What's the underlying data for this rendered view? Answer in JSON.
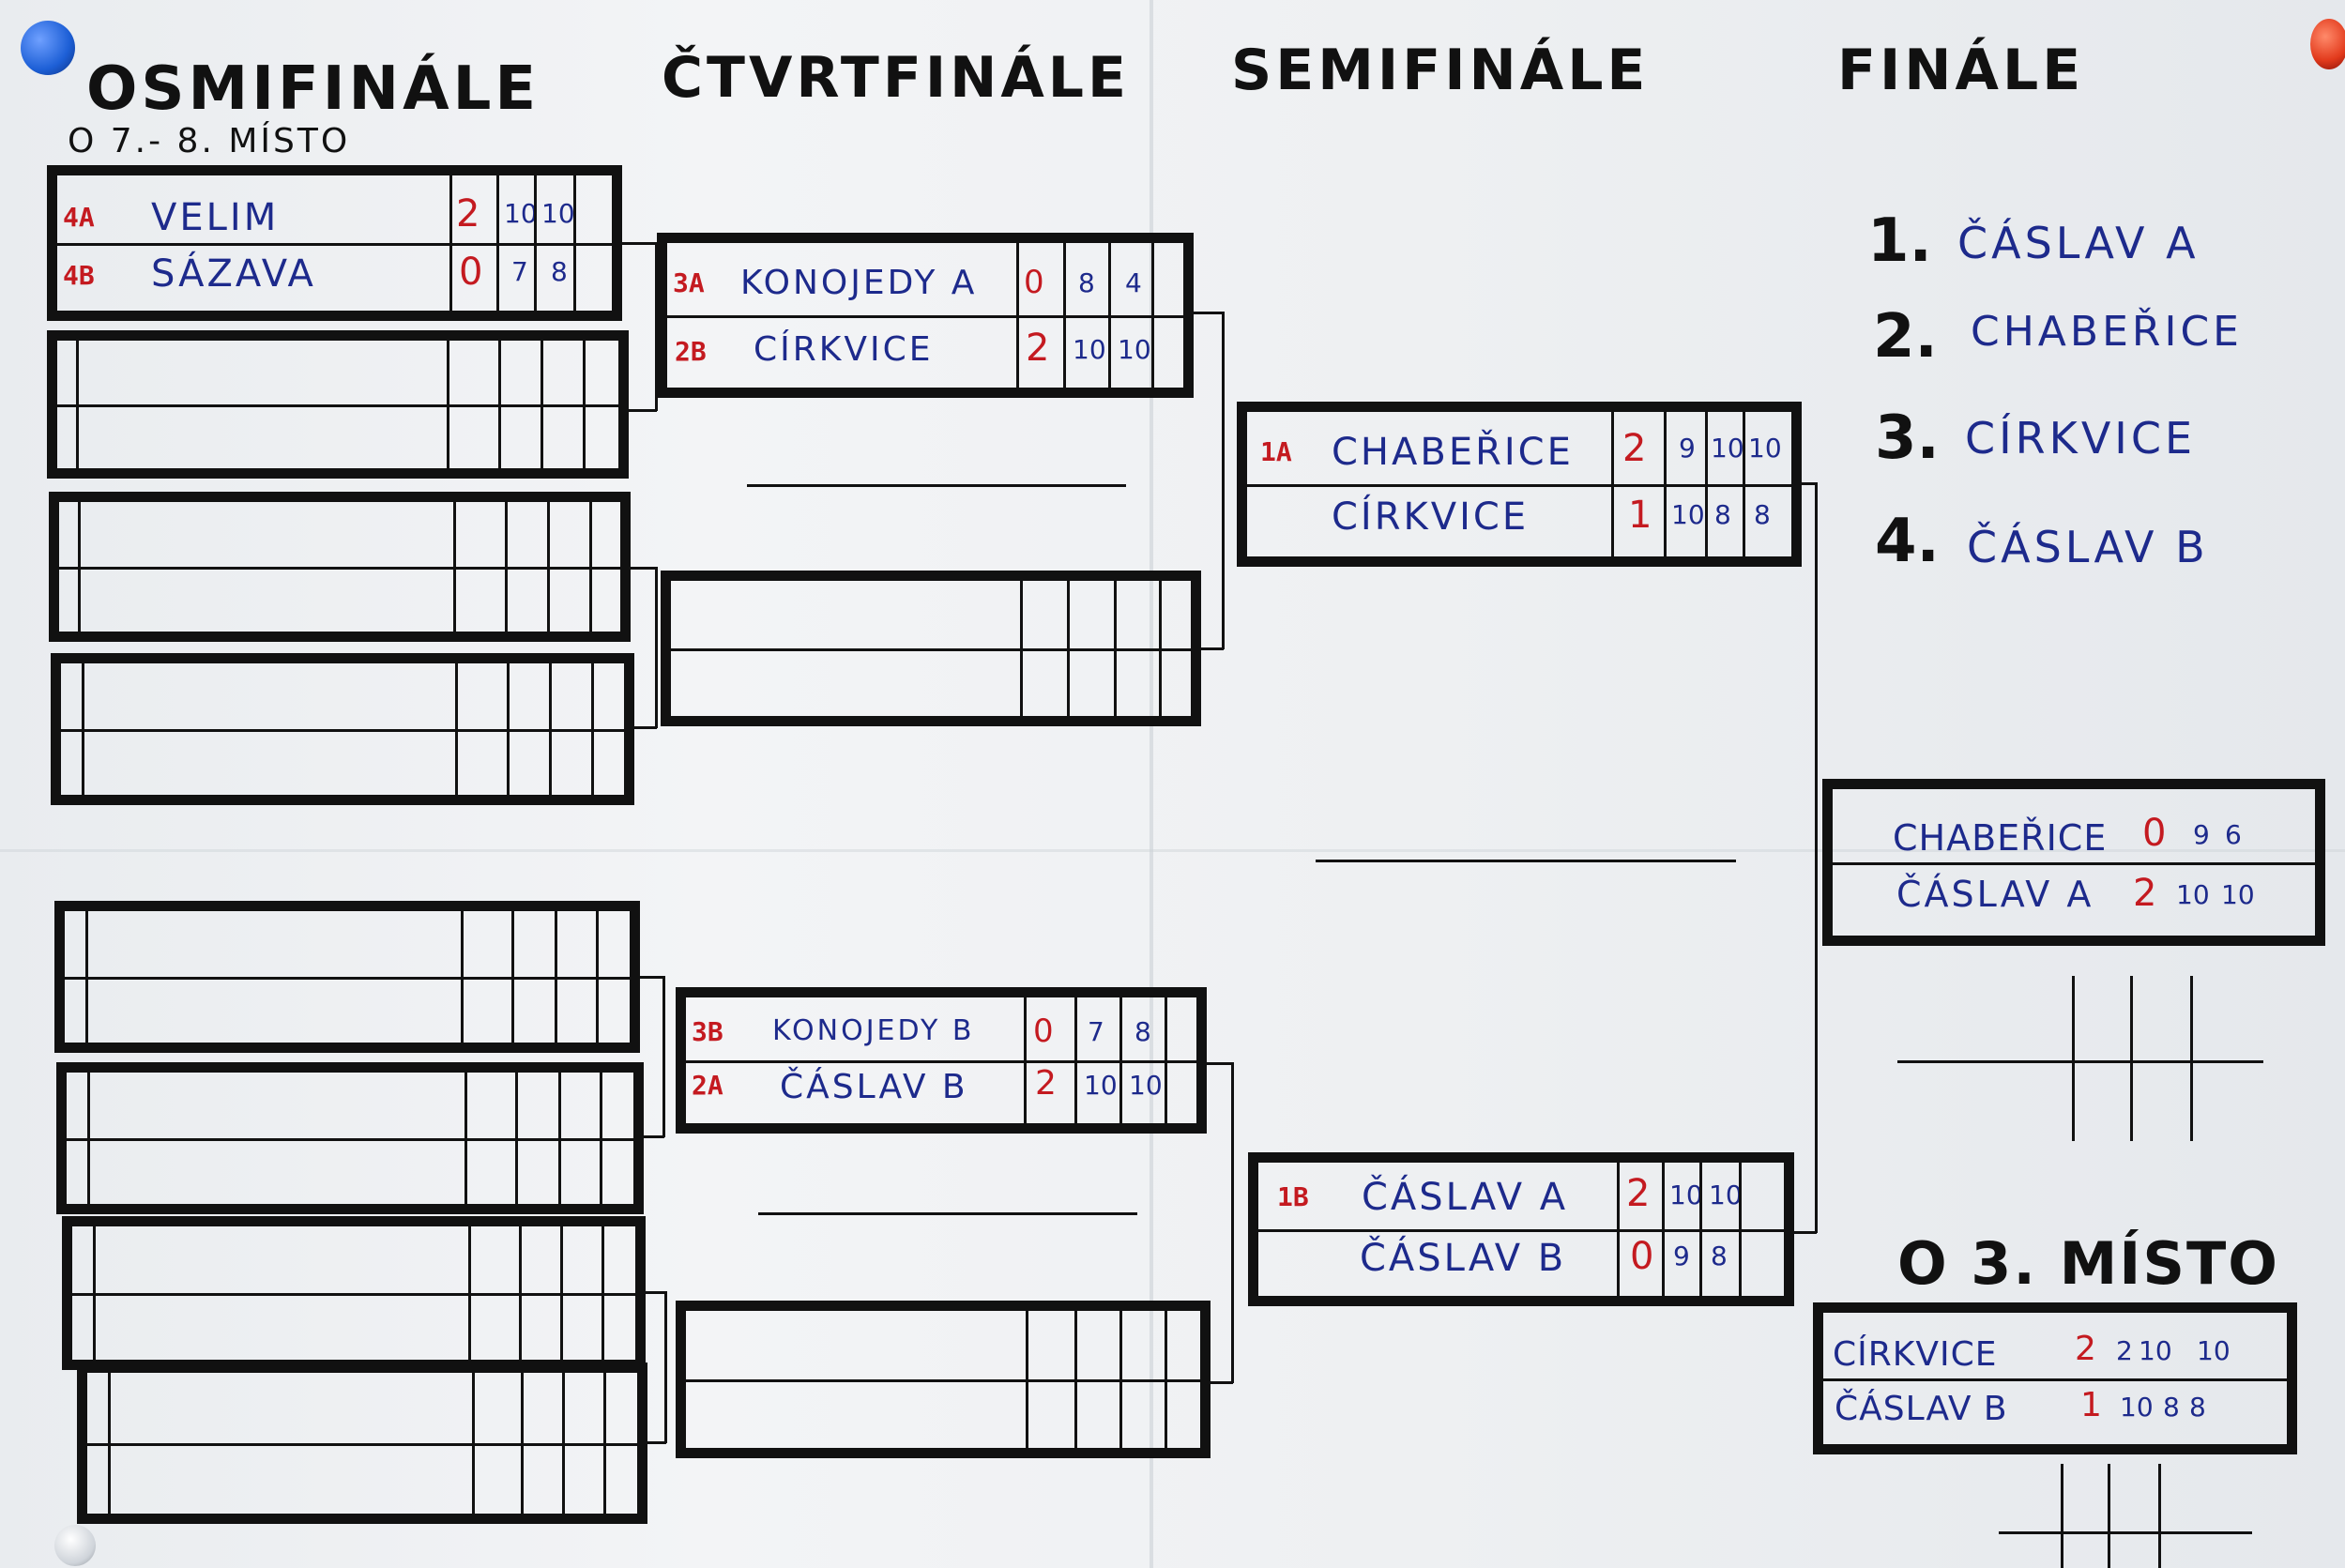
{
  "headings": {
    "r16": "OSMIFINÁLE",
    "qf": "ČTVRTFINÁLE",
    "sf": "SEMIFINÁLE",
    "final": "FINÁLE",
    "r16_note": "O 7.- 8. MÍSTO",
    "third": "O 3. MÍSTO"
  },
  "r16_match": {
    "top": {
      "seed": "4A",
      "team": "VELIM",
      "win": "2",
      "s1": "10",
      "s2": "10"
    },
    "bot": {
      "seed": "4B",
      "team": "SÁZAVA",
      "win": "0",
      "s1": "7",
      "s2": "8"
    }
  },
  "qf1": {
    "top": {
      "seed": "3A",
      "team": "KONOJEDY A",
      "win": "0",
      "s1": "8",
      "s2": "4"
    },
    "bot": {
      "seed": "2B",
      "team": "CÍRKVICE",
      "win": "2",
      "s1": "10",
      "s2": "10"
    }
  },
  "qf3": {
    "top": {
      "seed": "3B",
      "team": "KONOJEDY B",
      "win": "0",
      "s1": "7",
      "s2": "8"
    },
    "bot": {
      "seed": "2A",
      "team": "ČÁSLAV B",
      "win": "2",
      "s1": "10",
      "s2": "10"
    }
  },
  "sf1": {
    "top": {
      "seed": "1A",
      "team": "CHABEŘICE",
      "win": "2",
      "s1": "9",
      "s2": "10",
      "s3": "10"
    },
    "bot": {
      "team": "CÍRKVICE",
      "win": "1",
      "s1": "10",
      "s2": "8",
      "s3": "8"
    }
  },
  "sf2": {
    "top": {
      "seed": "1B",
      "team": "ČÁSLAV A",
      "win": "2",
      "s1": "10",
      "s2": "10"
    },
    "bot": {
      "team": "ČÁSLAV B",
      "win": "0",
      "s1": "9",
      "s2": "8"
    }
  },
  "final_match": {
    "top": {
      "team": "CHABEŘICE",
      "win": "0",
      "s1": "9",
      "s2": "6"
    },
    "bot": {
      "team": "ČÁSLAV A",
      "win": "2",
      "s1": "10",
      "s2": "10"
    }
  },
  "third_match": {
    "top": {
      "team": "CÍRKVICE",
      "win": "2",
      "s1": "2",
      "s2": "10",
      "s3": "10"
    },
    "bot": {
      "team": "ČÁSLAV B",
      "win": "1",
      "s1": "10",
      "s2": "8",
      "s3": "8"
    }
  },
  "standings": [
    {
      "place": "1.",
      "team": "ČÁSLAV A"
    },
    {
      "place": "2.",
      "team": "CHABEŘICE"
    },
    {
      "place": "3.",
      "team": "CÍRKVICE"
    },
    {
      "place": "4.",
      "team": "ČÁSLAV B"
    }
  ],
  "colors": {
    "ink": "#111111",
    "team_ink": "#1d2a8c",
    "score_ink": "#c41a20",
    "pin_blue": "#1d5fd6",
    "pin_red": "#e23a1c"
  }
}
